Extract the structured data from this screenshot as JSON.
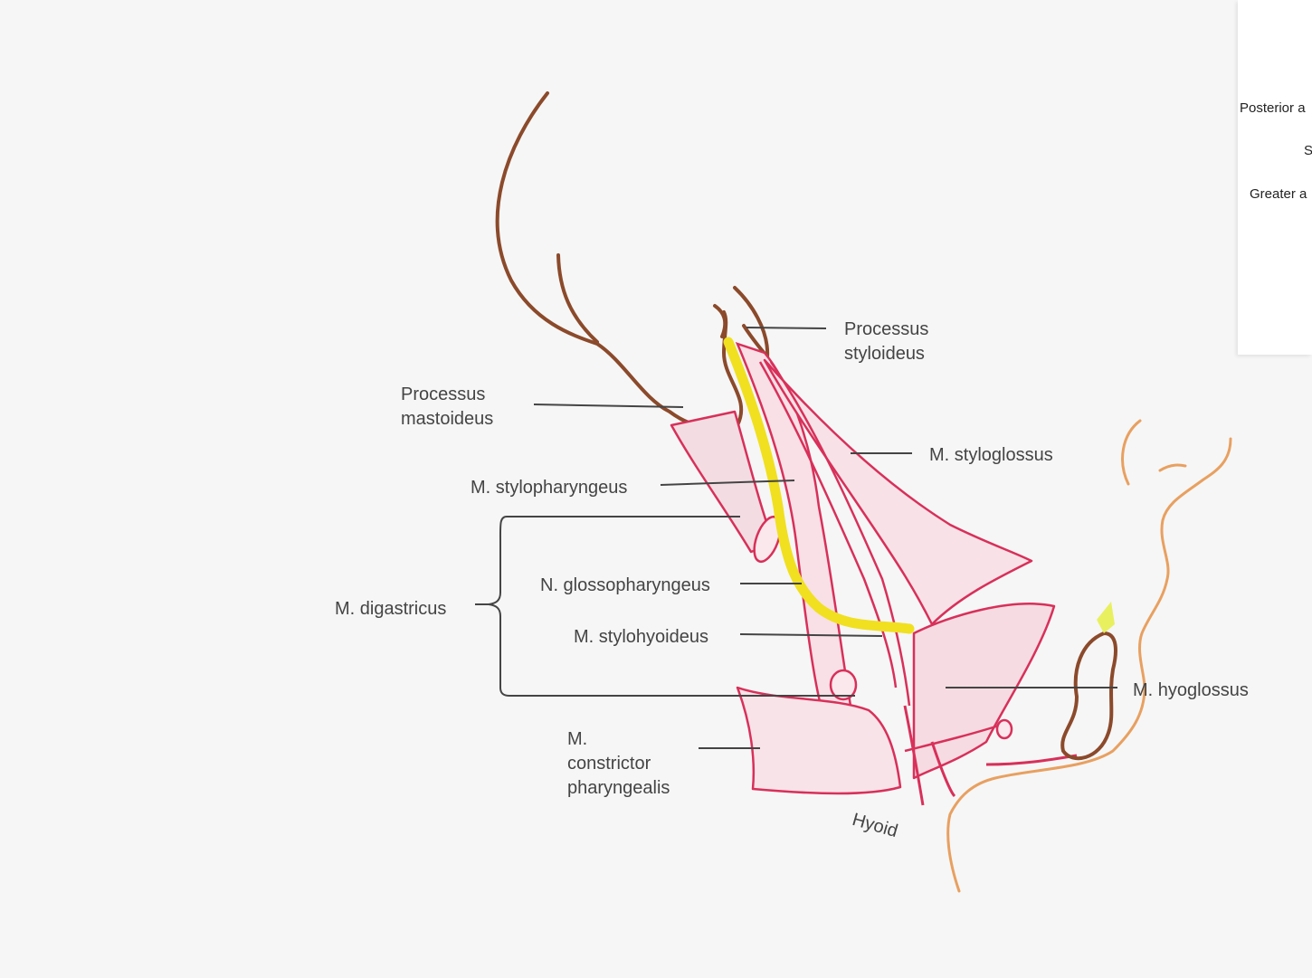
{
  "labels": {
    "processus_styloideus": "Processus\nstyloideus",
    "processus_mastoideus": "Processus\nmastoideus",
    "m_styloglossus": "M. styloglossus",
    "m_stylopharyngeus": "M. stylopharyngeus",
    "n_glossopharyngeus": "N. glossopharyngeus",
    "m_digastricus": "M. digastricus",
    "m_stylohyoideus": "M. stylohyoideus",
    "m_hyoglossus": "M. hyoglossus",
    "m_constrictor_pharyngealis": "M.\nconstrictor\npharyngealis",
    "hyoid": "Hyoid"
  },
  "inset": {
    "line1": "Posterior a",
    "line2": "S",
    "line3": "Greater a"
  },
  "colors": {
    "bone": "#8b4a2b",
    "muscle": "#d8305a",
    "nerve": "#f0e020",
    "skin": "#e8a060",
    "leader": "#444444"
  }
}
